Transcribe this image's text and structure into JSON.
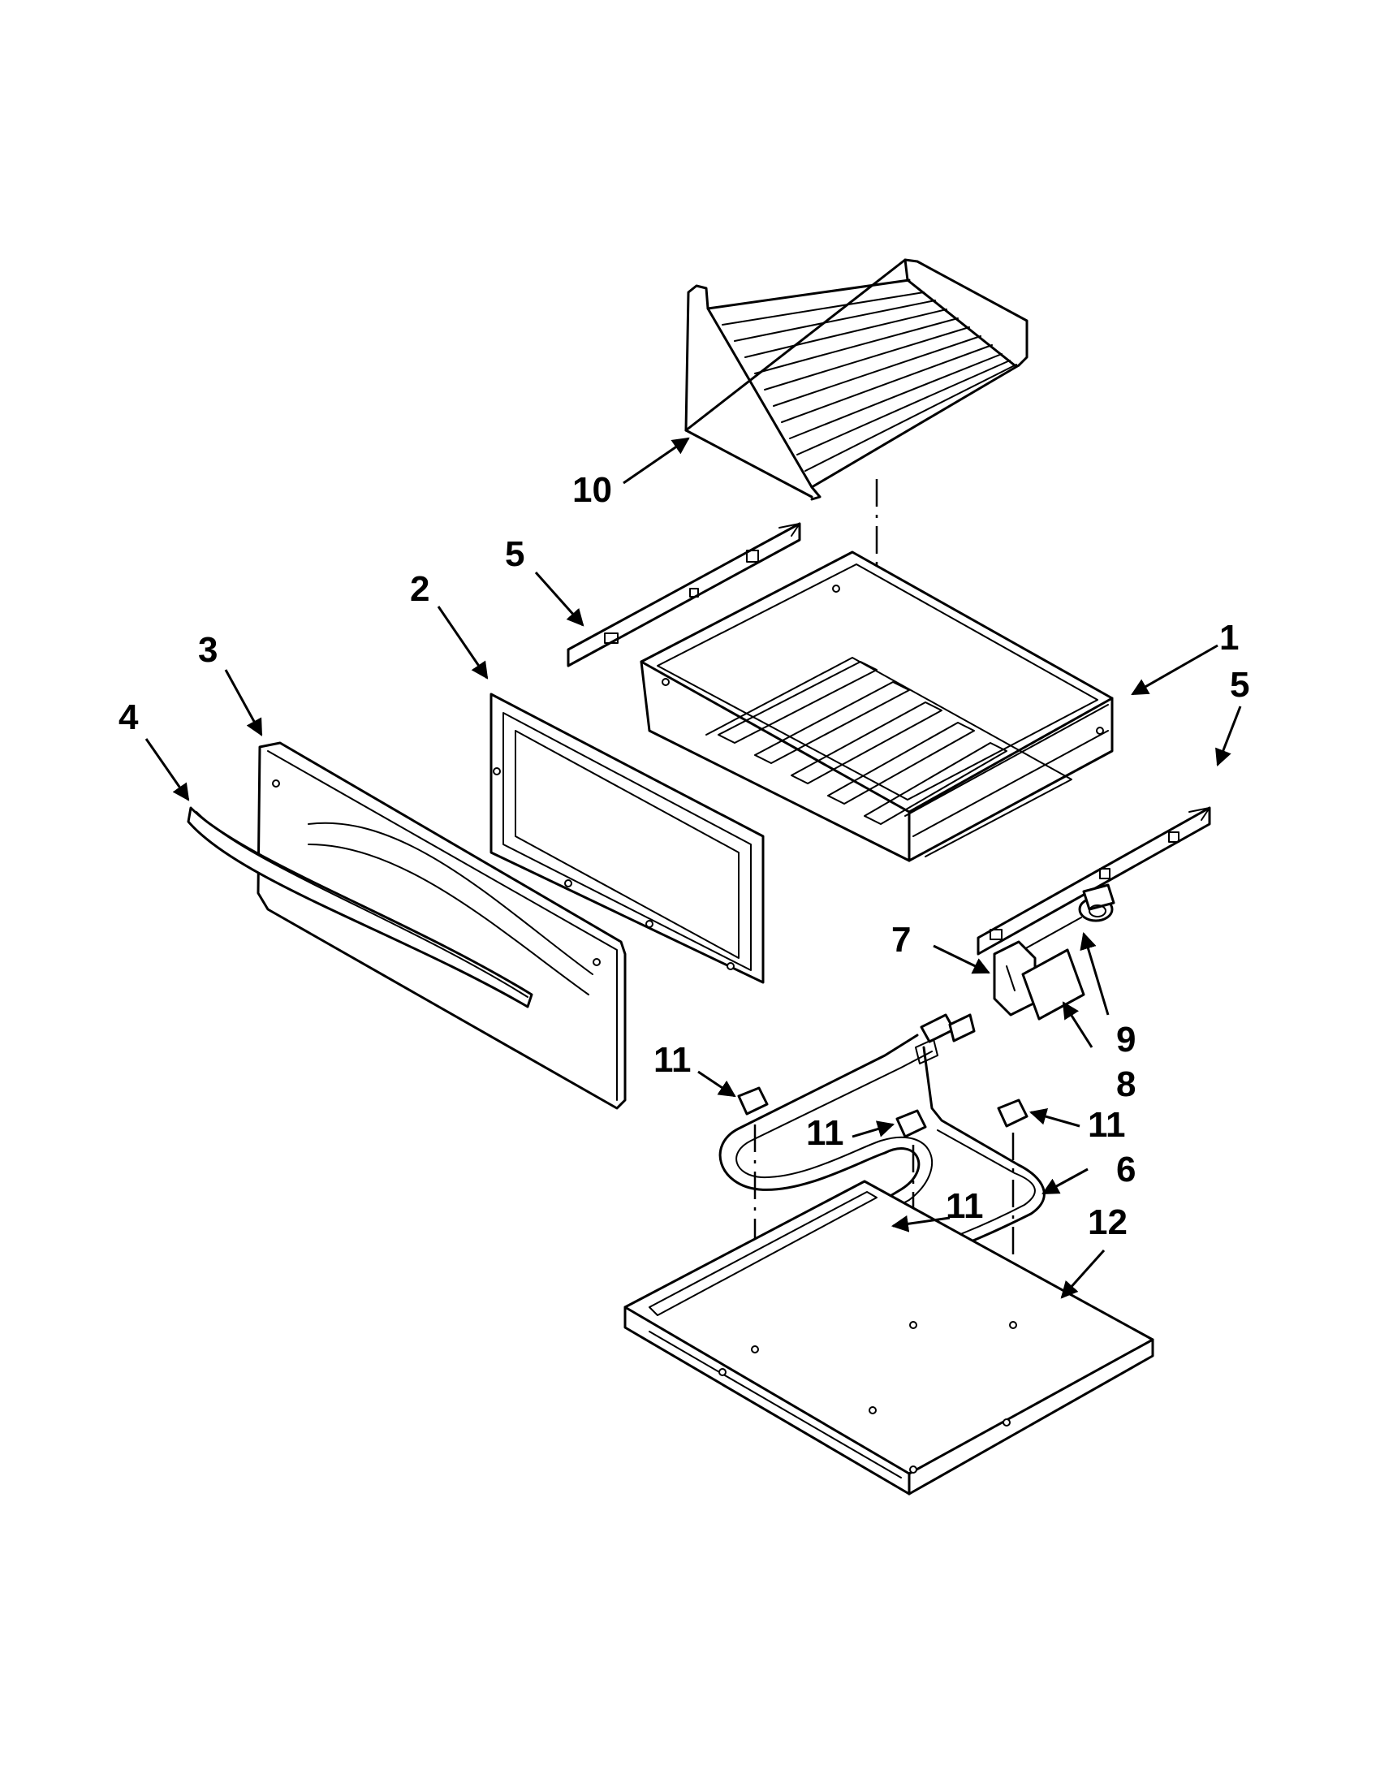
{
  "callouts": {
    "c1": "1",
    "c2": "2",
    "c3": "3",
    "c4": "4",
    "c5a": "5",
    "c5b": "5",
    "c6": "6",
    "c7": "7",
    "c8": "8",
    "c9": "9",
    "c10": "10",
    "c11a": "11",
    "c11b": "11",
    "c11c": "11",
    "c11d": "11",
    "c12": "12"
  }
}
